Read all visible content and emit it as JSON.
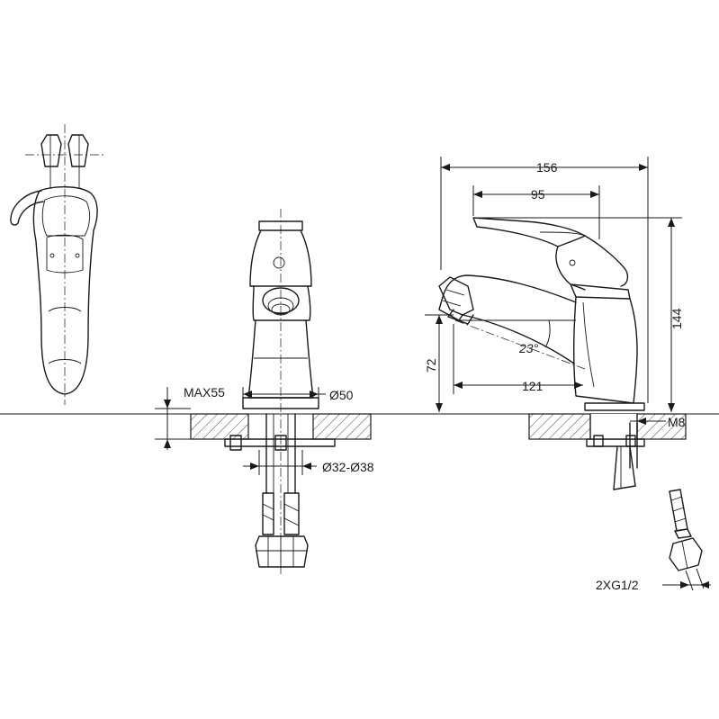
{
  "dimensions": {
    "overall_length": "156",
    "handle_length": "95",
    "height": "144",
    "spout_height": "72",
    "spout_reach": "121",
    "spout_angle": "23°",
    "max_counter": "MAX55",
    "base_diameter": "Ø50",
    "hole_diameter": "Ø32-Ø38",
    "stud": "M8",
    "hose_connection": "2XG1/2"
  }
}
